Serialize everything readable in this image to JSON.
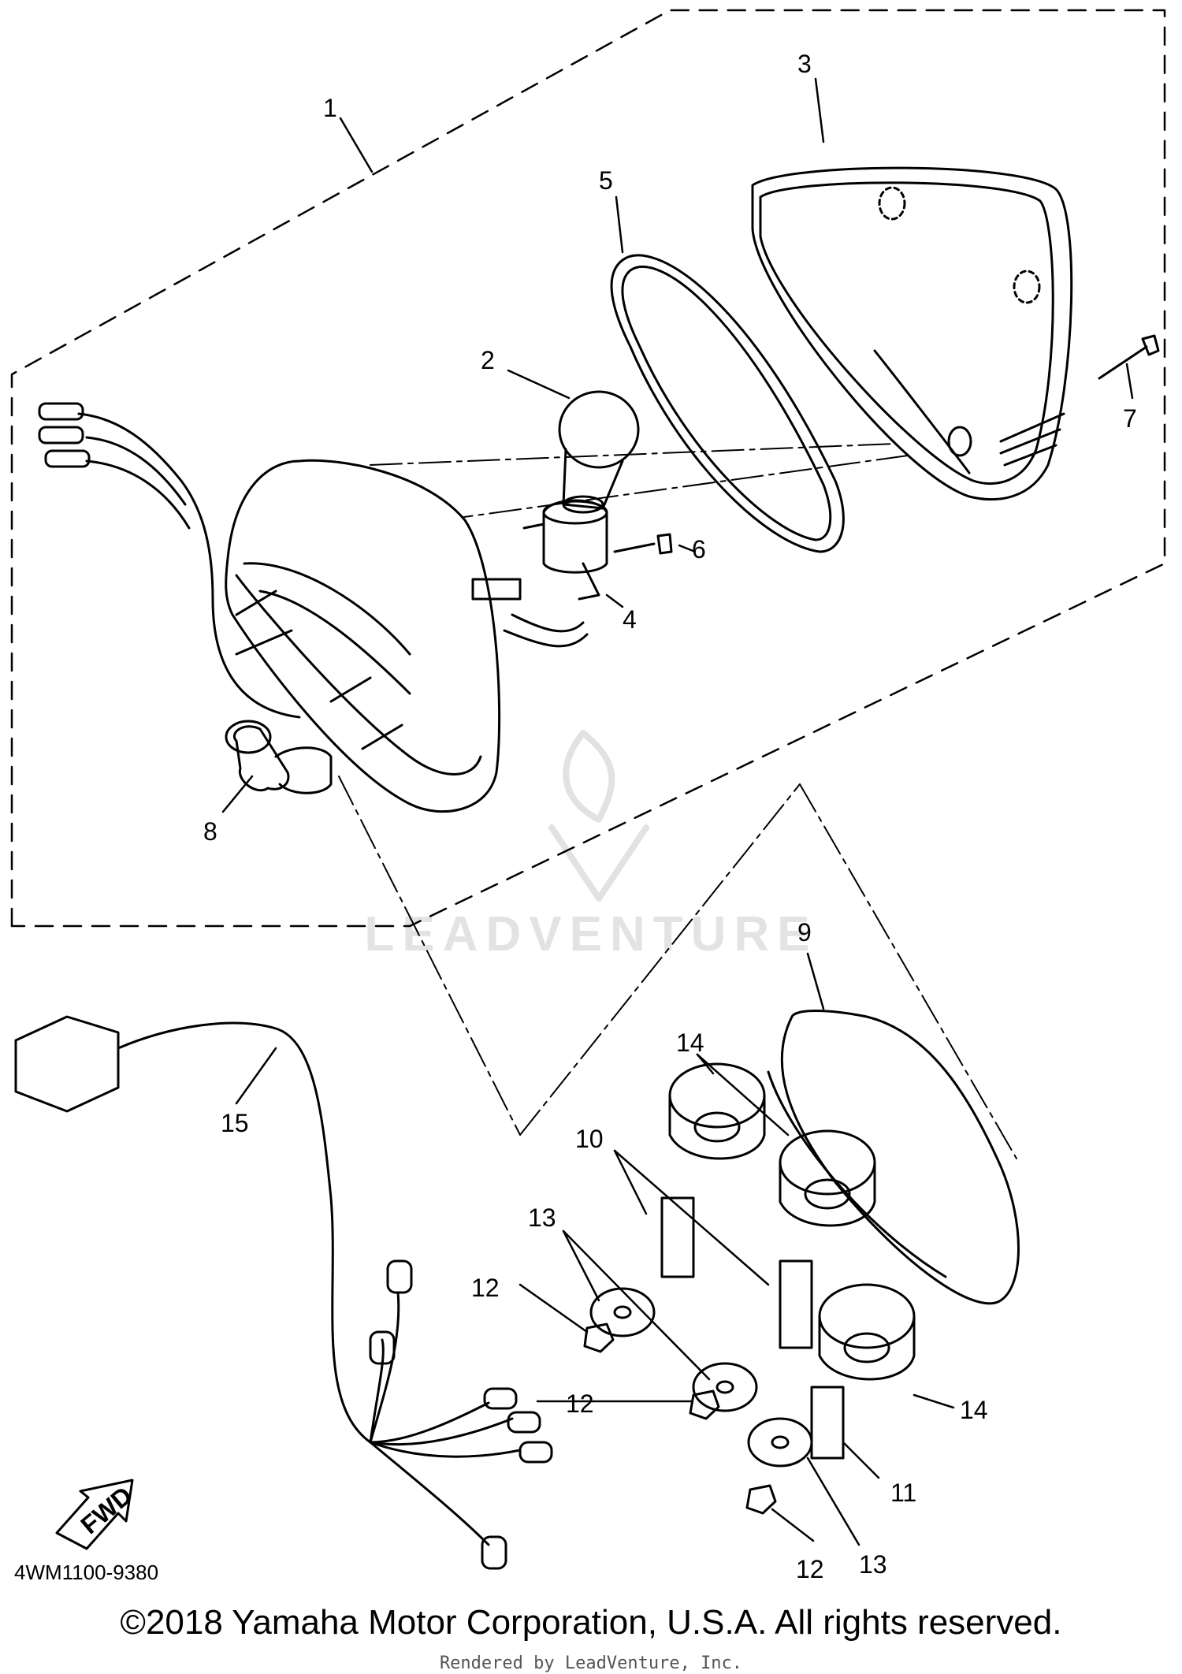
{
  "diagram": {
    "labels": [
      {
        "id": "1",
        "text": "1"
      },
      {
        "id": "2",
        "text": "2"
      },
      {
        "id": "3",
        "text": "3"
      },
      {
        "id": "4",
        "text": "4"
      },
      {
        "id": "5",
        "text": "5"
      },
      {
        "id": "6",
        "text": "6"
      },
      {
        "id": "7",
        "text": "7"
      },
      {
        "id": "8",
        "text": "8"
      },
      {
        "id": "9",
        "text": "9"
      },
      {
        "id": "10",
        "text": "10"
      },
      {
        "id": "11",
        "text": "11"
      },
      {
        "id": "12a",
        "text": "12"
      },
      {
        "id": "12b",
        "text": "12"
      },
      {
        "id": "12c",
        "text": "12"
      },
      {
        "id": "13a",
        "text": "13"
      },
      {
        "id": "13b",
        "text": "13"
      },
      {
        "id": "14a",
        "text": "14"
      },
      {
        "id": "14b",
        "text": "14"
      },
      {
        "id": "15",
        "text": "15"
      }
    ],
    "fwd_badge": "FWD",
    "part_code": "4WM1100-9380",
    "watermark": "LEADVENTURE",
    "copyright": "©2018 Yamaha Motor Corporation, U.S.A. All rights reserved.",
    "rendered_by": "Rendered by LeadVenture, Inc."
  }
}
